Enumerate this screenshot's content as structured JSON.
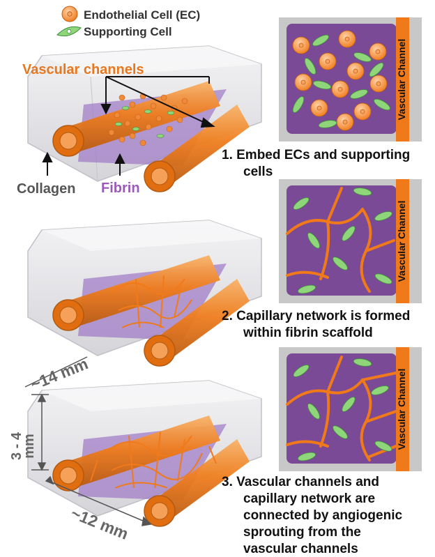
{
  "legend": {
    "endothelial_label": "Endothelial Cell (EC)",
    "supporting_label": "Supporting Cell"
  },
  "labels": {
    "vascular_channels": "Vascular channels",
    "collagen": "Collagen",
    "fibrin": "Fibrin",
    "panel_channel": "Vascular Channel"
  },
  "steps": [
    {
      "lines": [
        "1. Embed ECs and supporting",
        "cells"
      ]
    },
    {
      "lines": [
        "2. Capillary network is formed",
        "within fibrin scaffold"
      ]
    },
    {
      "lines": [
        "3. Vascular channels and",
        "capillary network are",
        "connected by angiogenic",
        "sprouting from the",
        "vascular channels"
      ]
    }
  ],
  "dimensions": {
    "width": "~14 mm",
    "height_line1": "3 - 4",
    "height_line2": "mm",
    "length": "~12 mm"
  },
  "colors": {
    "orange": "#f07a1a",
    "green": "#7ccf6a",
    "purple": "#7a4a96",
    "fibrin_text": "#9a5ab8",
    "collagen_text": "#555555",
    "dim_text": "#666666"
  }
}
